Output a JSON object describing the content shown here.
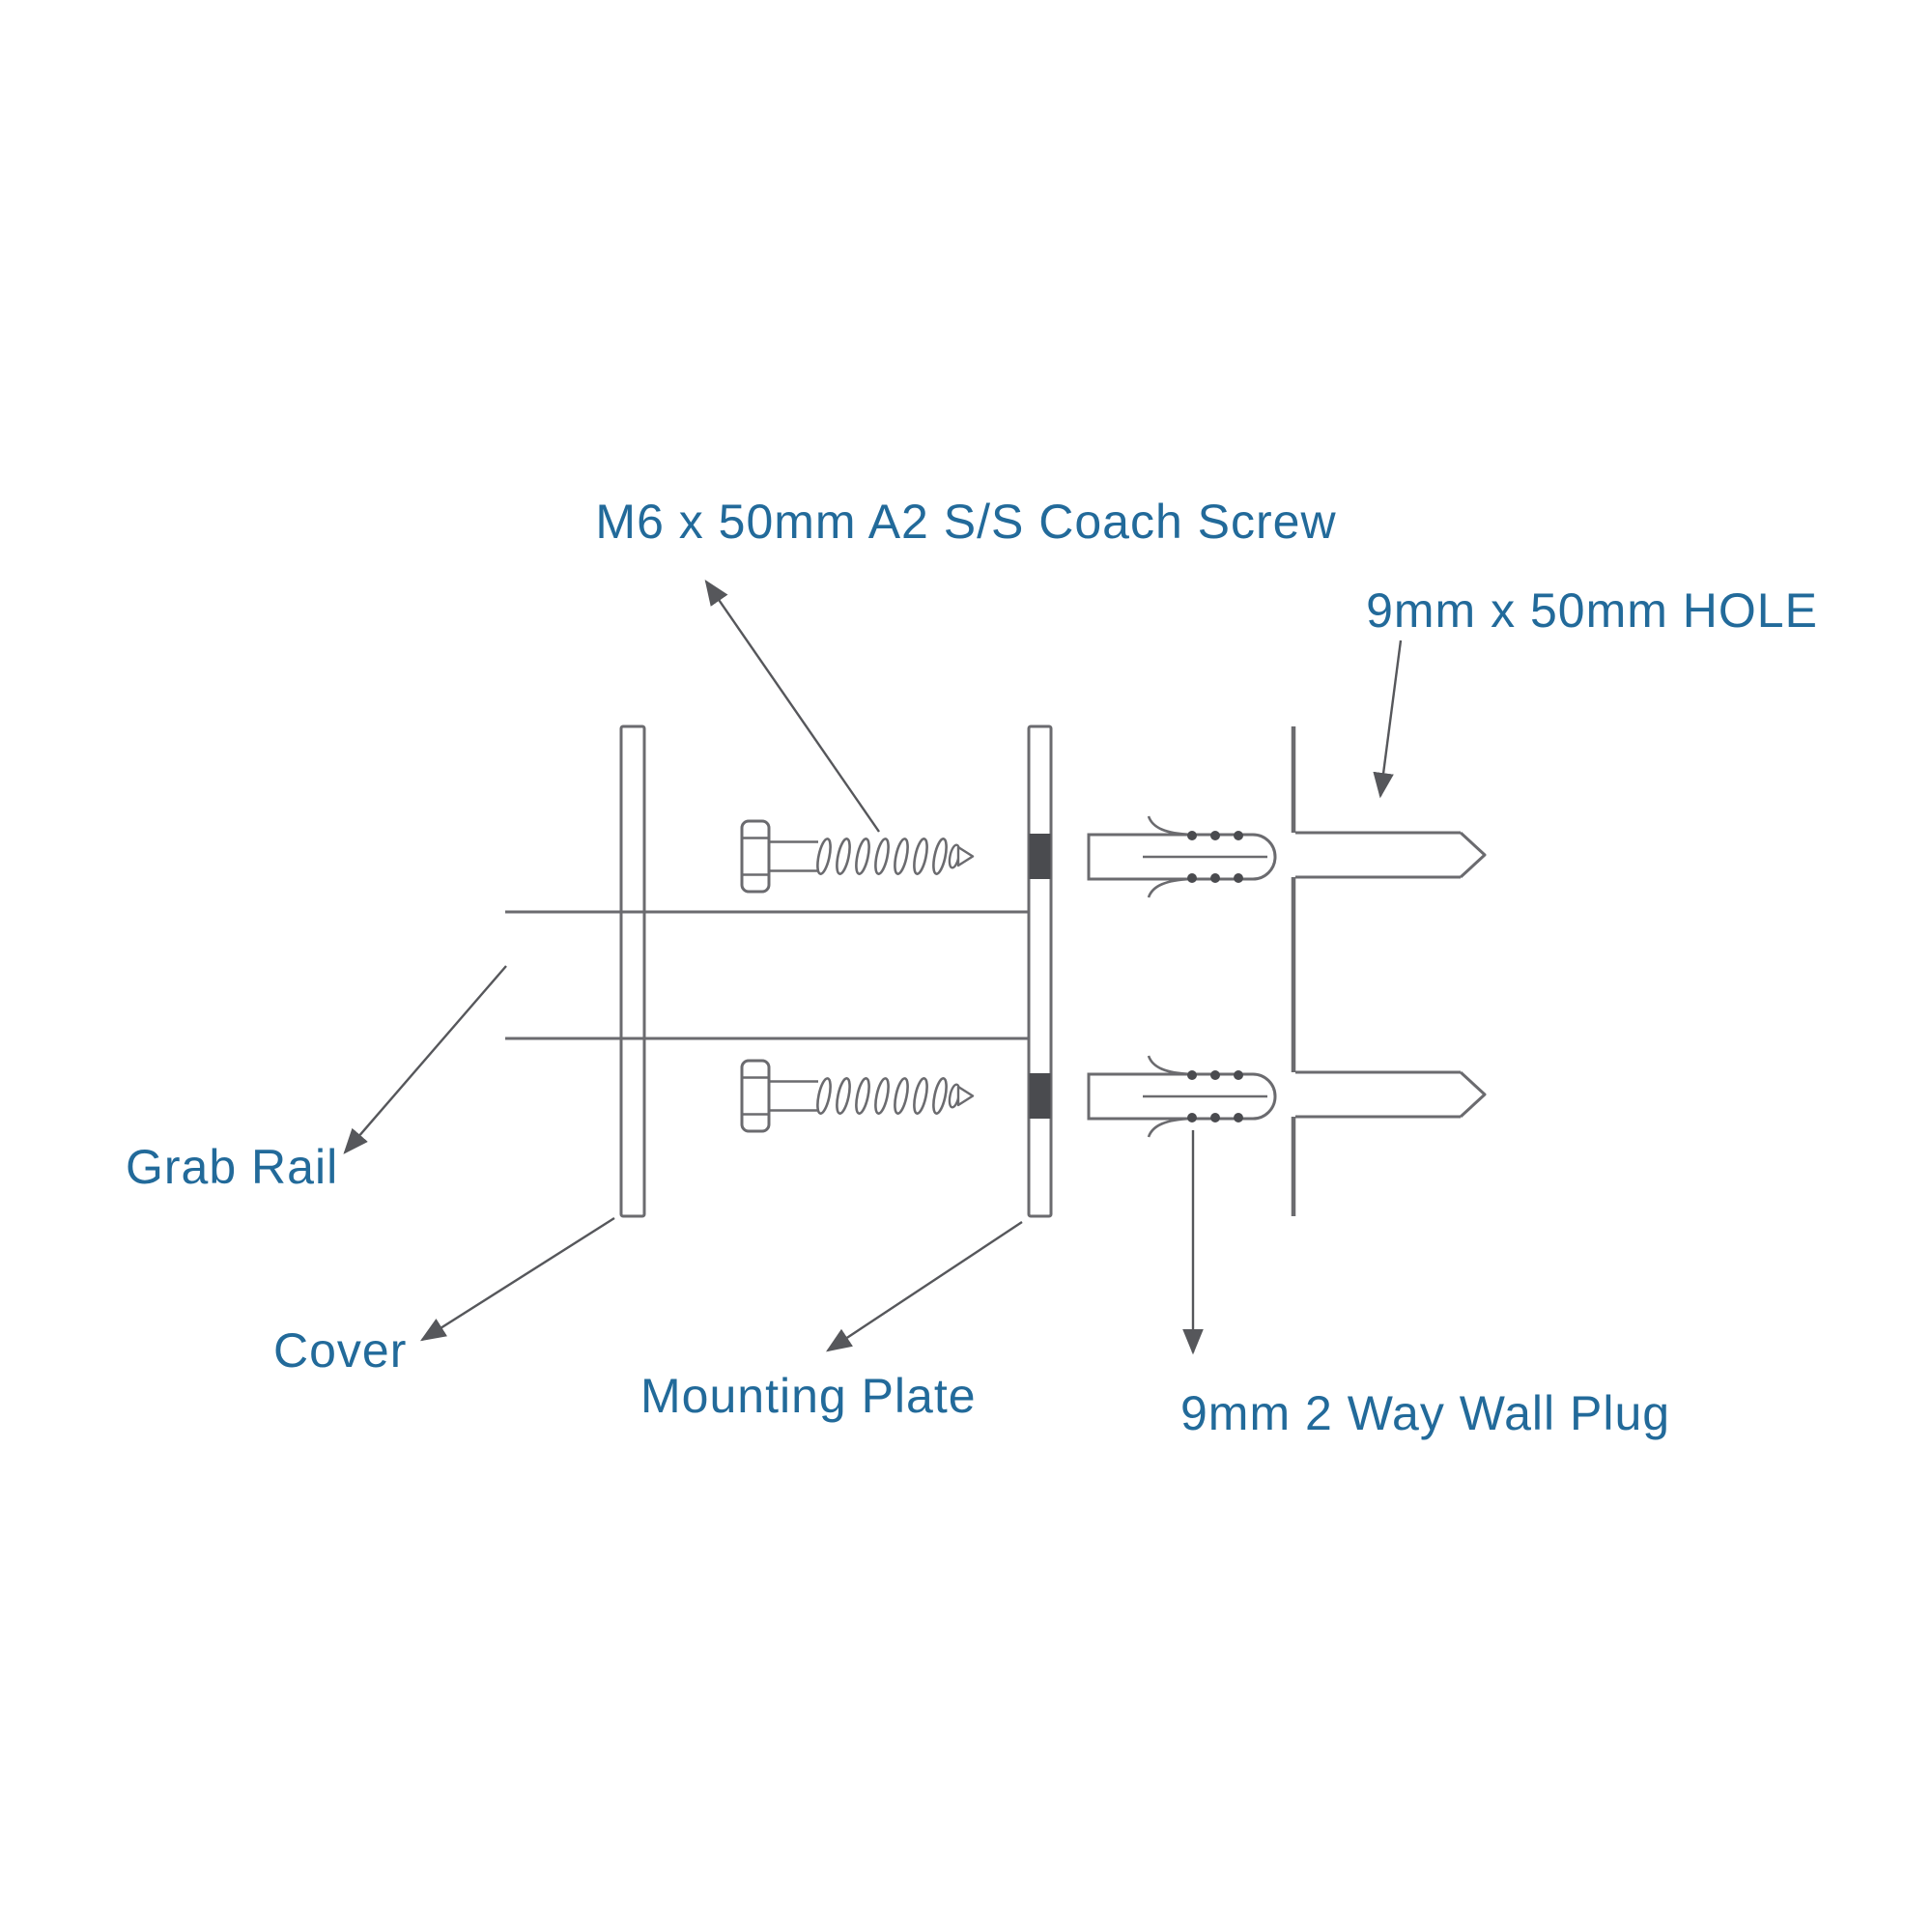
{
  "diagram": {
    "type": "grab-rail-fixing-exploded-view",
    "labels": {
      "coach_screw": "M6 x 50mm A2 S/S Coach Screw",
      "hole": "9mm x 50mm HOLE",
      "grab_rail": "Grab Rail",
      "cover": "Cover",
      "mounting_plate": "Mounting Plate",
      "wall_plug": "9mm 2 Way Wall Plug"
    },
    "colors": {
      "label_text": "#226a9a",
      "drawing_line": "#6b6b6f",
      "pointer_line": "#56575b",
      "plate_hole_fill": "#4a4b4f",
      "background": "#ffffff"
    }
  }
}
